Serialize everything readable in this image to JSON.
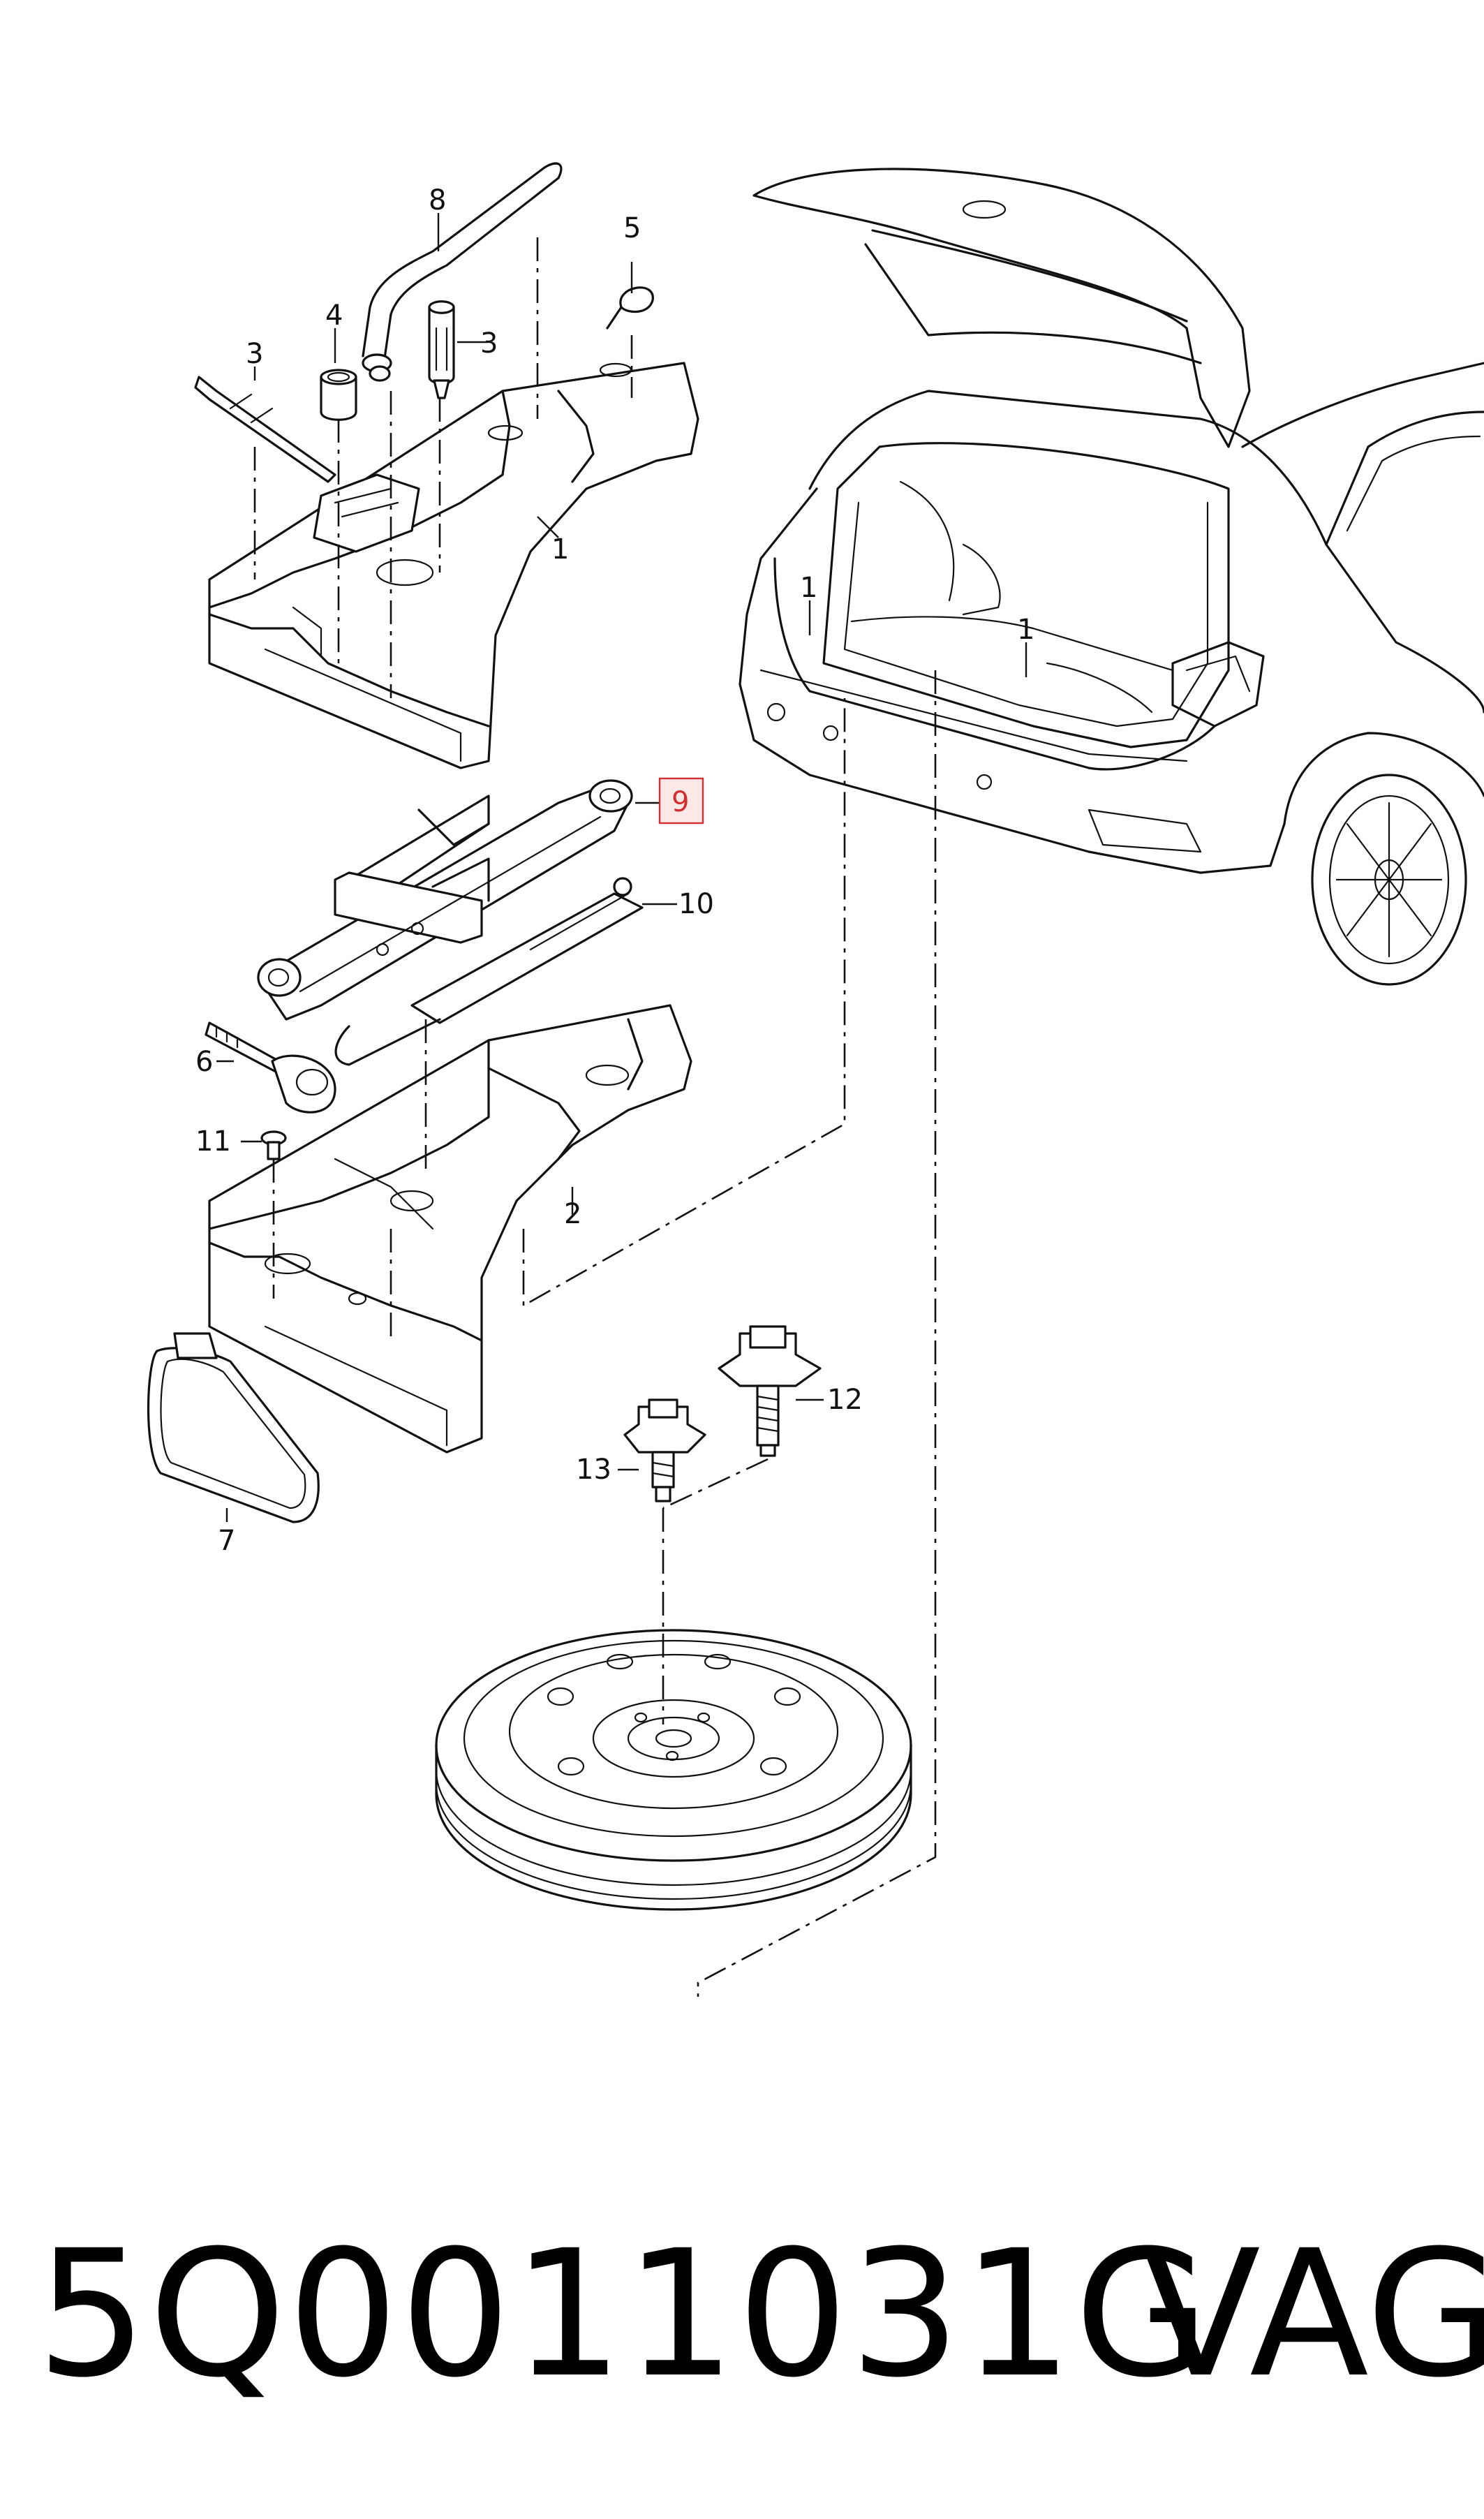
{
  "diagram": {
    "callouts": {
      "c1_top": "1",
      "c1_car": "1",
      "c2": "2",
      "c3_left": "3",
      "c3_right": "3",
      "c4": "4",
      "c5": "5",
      "c6": "6",
      "c7": "7",
      "c8": "8",
      "c9": "9",
      "c10": "10",
      "c11": "11",
      "c12": "12",
      "c13": "13"
    },
    "highlighted_callout": "9",
    "highlight_color": "#d03030"
  },
  "footer": {
    "part_number": "5Q0011031G",
    "brand": "VAG"
  }
}
